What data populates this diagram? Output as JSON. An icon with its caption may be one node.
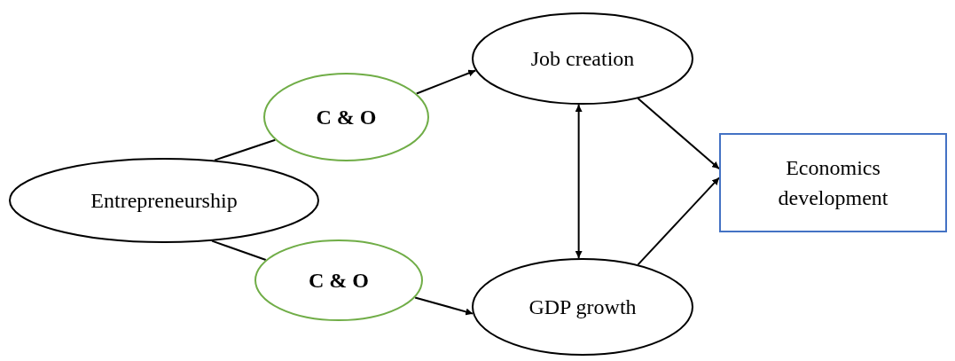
{
  "diagram": {
    "nodes": [
      {
        "text": [
          "Entrepreneurship"
        ]
      },
      {
        "text": [
          "C & O"
        ]
      },
      {
        "text": [
          "C & O"
        ]
      },
      {
        "text": [
          "Job creation"
        ]
      },
      {
        "text": [
          "GDP growth"
        ]
      },
      {
        "text": [
          "Economics development"
        ]
      }
    ],
    "edges": [
      {
        "from": 0,
        "to": 1,
        "arrow": "none"
      },
      {
        "from": 1,
        "to": 3,
        "arrow": "to"
      },
      {
        "from": 0,
        "to": 2,
        "arrow": "none"
      },
      {
        "from": 2,
        "to": 4,
        "arrow": "to"
      },
      {
        "from": 3,
        "to": 4,
        "arrow": "both"
      },
      {
        "from": 3,
        "to": 5,
        "arrow": "to"
      },
      {
        "from": 4,
        "to": 5,
        "arrow": "to"
      }
    ]
  }
}
